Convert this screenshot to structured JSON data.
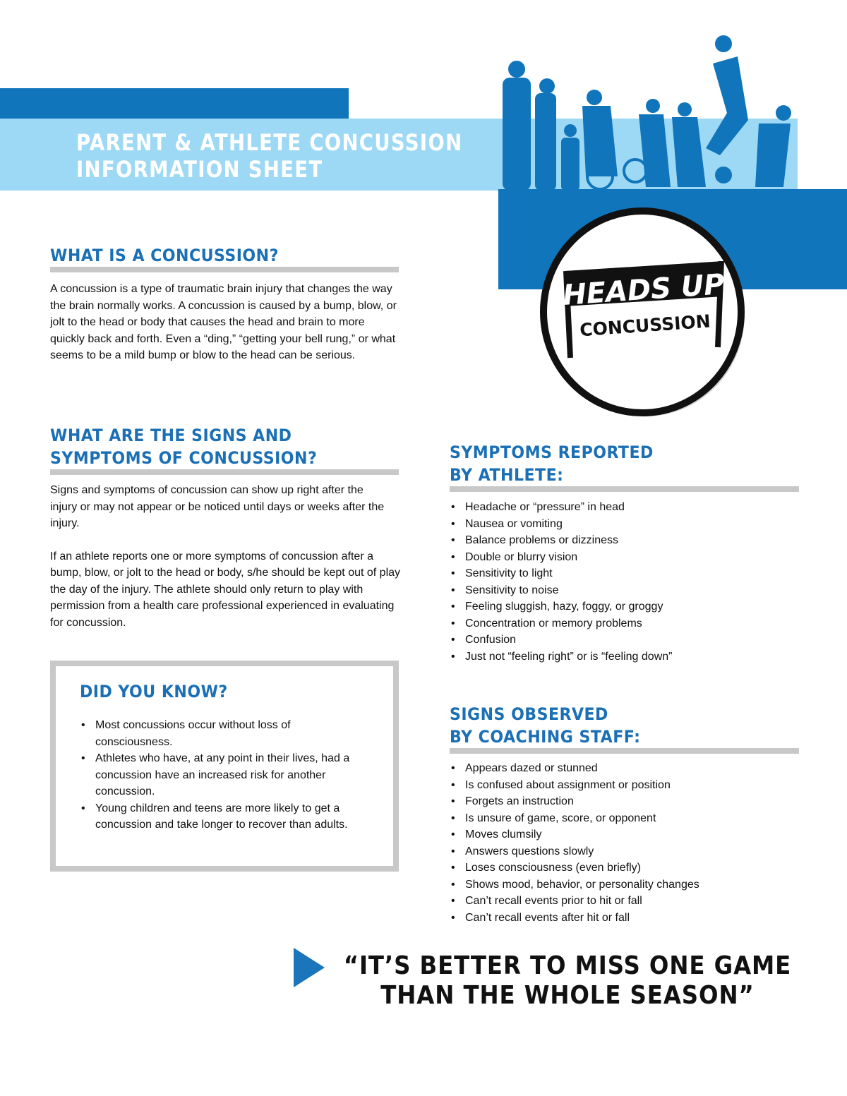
{
  "header": {
    "title_line1": "PARENT & ATHLETE CONCUSSION",
    "title_line2": "INFORMATION SHEET"
  },
  "logo": {
    "line1": "HEADS UP",
    "line2": "CONCUSSION"
  },
  "colors": {
    "dark_blue": "#1075bb",
    "light_blue": "#9dd9f5",
    "heading_blue": "#1a6fb5",
    "rule_gray": "#c8c8c8"
  },
  "what_is": {
    "heading": "WHAT IS A CONCUSSION?",
    "body": "A concussion is a type of traumatic brain injury that changes the way the brain normally works. A concussion is caused by a bump, blow, or jolt to the head or body that causes the head and brain to more quickly back and forth. Even a “ding,” “getting your bell rung,” or what seems to be a mild bump or blow to the head can be serious."
  },
  "signs": {
    "heading_line1": "WHAT ARE THE SIGNS AND",
    "heading_line2": "SYMPTOMS OF CONCUSSION?",
    "para1": "Signs and symptoms of concussion can show up right after the injury or may not appear or be noticed until days or weeks after the injury.",
    "para2": "If an athlete reports one or more symptoms of concussion after a bump, blow, or jolt to the head or body, s/he should be kept out of play the day of the injury. The athlete should only return to play with permission from a health care professional experienced in evaluating for concussion."
  },
  "did_you_know": {
    "heading": "DID YOU KNOW?",
    "items": [
      "Most concussions occur without loss of consciousness.",
      "Athletes who have, at any point in their lives, had a concussion have an increased risk for another concussion.",
      "Young children and teens are more likely to get a concussion and take longer to recover than adults."
    ]
  },
  "symptoms": {
    "heading_line1": "SYMPTOMS REPORTED",
    "heading_line2": "BY ATHLETE:",
    "items": [
      "Headache or “pressure” in head",
      "Nausea or vomiting",
      "Balance problems or dizziness",
      "Double or blurry vision",
      "Sensitivity to light",
      "Sensitivity to noise",
      "Feeling sluggish, hazy, foggy, or groggy",
      "Concentration or memory problems",
      "Confusion",
      "Just not “feeling right” or is “feeling down”"
    ]
  },
  "observed": {
    "heading_line1": "SIGNS OBSERVED",
    "heading_line2": "BY COACHING STAFF:",
    "items": [
      "Appears dazed or stunned",
      "Is confused about assignment or position",
      "Forgets an instruction",
      "Is unsure of game, score, or opponent",
      "Moves clumsily",
      "Answers questions slowly",
      "Loses consciousness (even briefly)",
      "Shows mood, behavior, or personality changes",
      "Can’t recall events prior to hit or fall",
      "Can’t recall events after hit or fall"
    ]
  },
  "quote": {
    "line1": "“IT’S BETTER TO MISS ONE GAME",
    "line2": "THAN THE WHOLE SEASON”"
  }
}
